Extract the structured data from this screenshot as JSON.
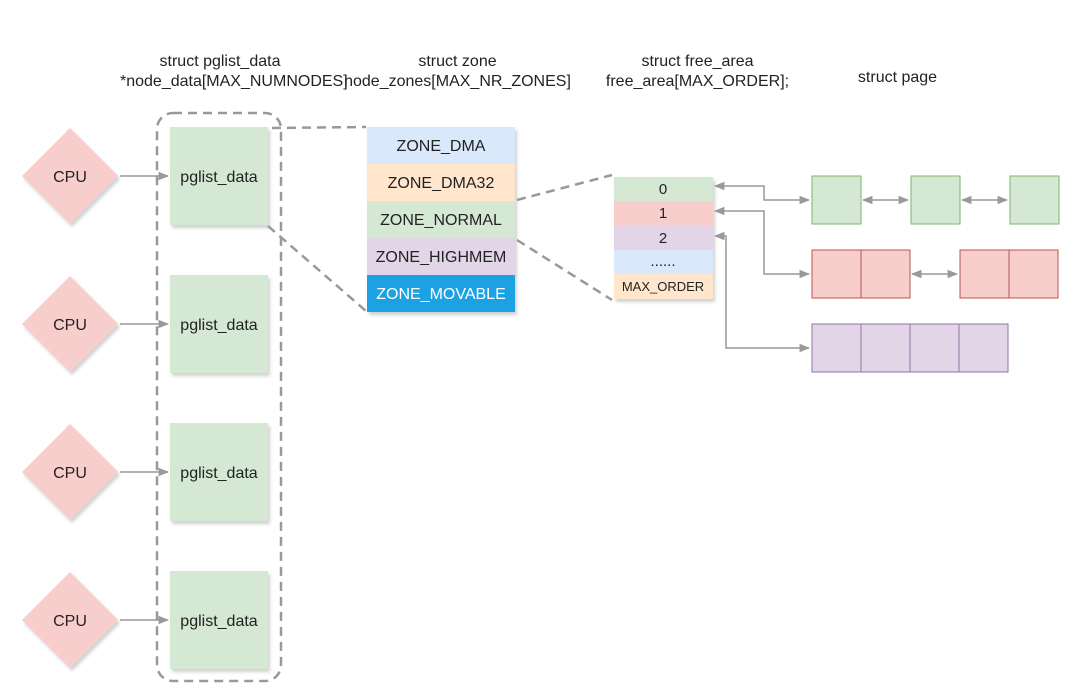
{
  "headers": {
    "pglist": {
      "line1": "struct pglist_data",
      "line2": "*node_data[MAX_NUMNODES]"
    },
    "zone": {
      "line1": "struct zone",
      "line2": "node_zones[MAX_NR_ZONES]"
    },
    "free_area": {
      "line1": "struct free_area",
      "line2": "free_area[MAX_ORDER];"
    },
    "page": {
      "line1": "struct page"
    }
  },
  "cpus": [
    {
      "label": "CPU"
    },
    {
      "label": "CPU"
    },
    {
      "label": "CPU"
    },
    {
      "label": "CPU"
    }
  ],
  "nodes": [
    {
      "label": "pglist_data"
    },
    {
      "label": "pglist_data"
    },
    {
      "label": "pglist_data"
    },
    {
      "label": "pglist_data"
    }
  ],
  "zones": [
    {
      "label": "ZONE_DMA"
    },
    {
      "label": "ZONE_DMA32"
    },
    {
      "label": "ZONE_NORMAL"
    },
    {
      "label": "ZONE_HIGHMEM"
    },
    {
      "label": "ZONE_MOVABLE"
    }
  ],
  "free_area": [
    {
      "label": "0"
    },
    {
      "label": "1"
    },
    {
      "label": "2"
    },
    {
      "label": "......"
    },
    {
      "label": "MAX_ORDER"
    }
  ],
  "colors": {
    "cpu_fill": "#f8cecc",
    "node_fill": "#d5e8d4",
    "zone_dma": "#dae8fc",
    "zone_dma32": "#ffe6cc",
    "zone_normal": "#d5e8d4",
    "zone_highmem": "#e1d5e7",
    "zone_movable": "#1ba1e2",
    "page_green": "#d5e8d4",
    "page_green_stroke": "#82b366",
    "page_red": "#f8cecc",
    "page_red_stroke": "#b85450",
    "page_purple": "#e1d5e7",
    "page_purple_stroke": "#9673a6",
    "line": "#999999"
  }
}
